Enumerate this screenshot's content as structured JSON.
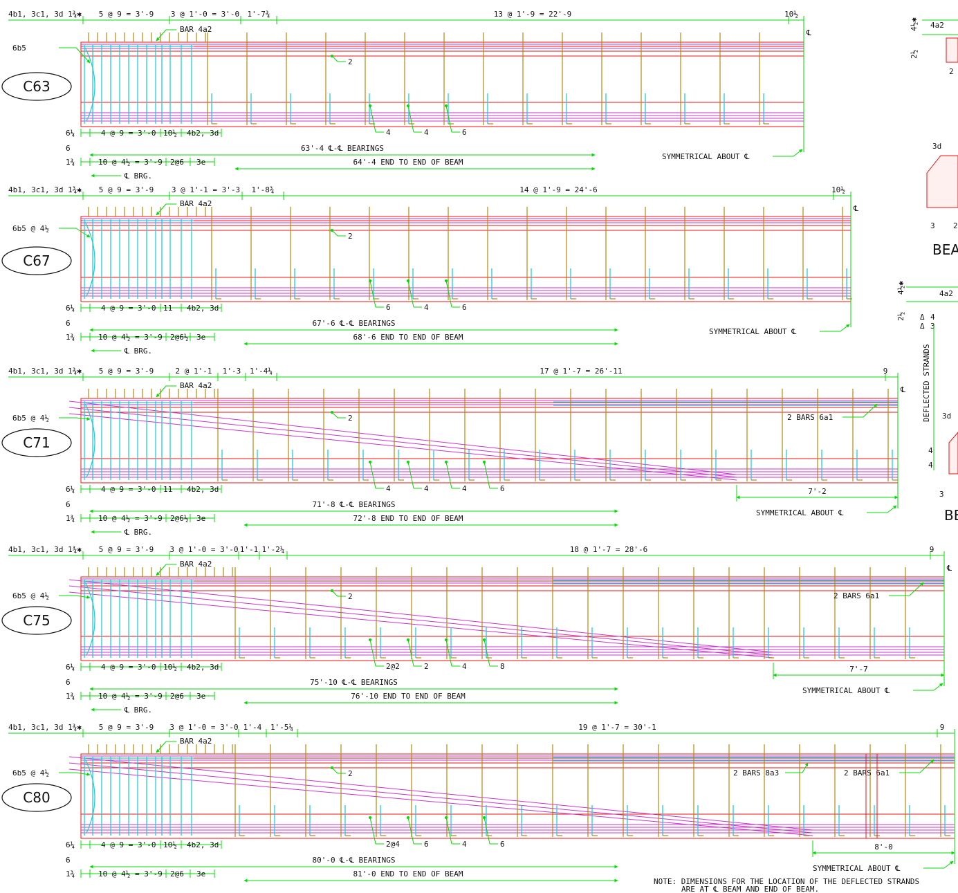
{
  "colors": {
    "dimension": "#00dd00",
    "beam_outline": "#ee1111",
    "strand": "#cc33cc",
    "end_bar": "#22ccdd",
    "stirrup": "#b8860b",
    "text": "#111111"
  },
  "beams": [
    {
      "label": "C63",
      "top_row": [
        "4b1, 3c1, 3d 1¾✱",
        "5 @ 9 = 3'-9",
        "3 @ 1'-0 = 3'-0",
        "1'-7¾",
        "13 @ 1'-9 = 22'-9",
        "10½"
      ],
      "cl": "℄",
      "bar_4a2": "BAR 4a2",
      "left_label": "6b5",
      "leaders": [
        "2",
        "4",
        "4",
        "6"
      ],
      "bottom_row": [
        "6¼",
        "4 @ 9 = 3'-0",
        "10½",
        "4b2, 3d"
      ],
      "six": "6",
      "bearings": "63'-4 ℄-℄ BEARINGS",
      "quarter": "1¾",
      "row3": [
        "10 @ 4½ = 3'-9",
        "2@6",
        "3e"
      ],
      "end_to_end": "64'-4 END TO END OF BEAM",
      "brg": "℄ BRG.",
      "symmetrical": "SYMMETRICAL ABOUT ℄"
    },
    {
      "label": "C67",
      "top_row": [
        "4b1, 3c1, 3d 1¾✱",
        "5 @ 9 = 3'-9",
        "3 @ 1'-1 = 3'-3",
        "1'-8¾",
        "14 @ 1'-9 = 24'-6",
        "10½"
      ],
      "cl": "℄",
      "bar_4a2": "BAR 4a2",
      "left_label": "6b5 @ 4½",
      "leaders": [
        "2",
        "6",
        "4",
        "6"
      ],
      "bottom_row": [
        "6¼",
        "4 @ 9 = 3'-0",
        "11",
        "4b2, 3d"
      ],
      "six": "6",
      "bearings": "67'-6 ℄-℄ BEARINGS",
      "quarter": "1¾",
      "row3": [
        "10 @ 4½ = 3'-9",
        "2@6½",
        "3e"
      ],
      "end_to_end": "68'-6 END TO END OF BEAM",
      "brg": "℄ BRG.",
      "symmetrical": "SYMMETRICAL ABOUT ℄"
    },
    {
      "label": "C71",
      "top_row": [
        "4b1, 3c1, 3d 1¾✱",
        "5 @ 9 = 3'-9",
        "2 @ 1'-1",
        "1'-3",
        "1'-4¼",
        "17 @ 1'-7 = 26'-11",
        "9"
      ],
      "cl": "℄",
      "bar_4a2": "BAR 4a2",
      "left_label": "6b5 @ 4½",
      "leaders": [
        "2",
        "4",
        "4",
        "4",
        "6"
      ],
      "bars_6a1": "2 BARS 6a1",
      "bottom_row": [
        "6¼",
        "4 @ 9 = 3'-0",
        "11",
        "4b2, 3d"
      ],
      "sym_dim": "7'-2",
      "six": "6",
      "bearings": "71'-8 ℄-℄ BEARINGS",
      "quarter": "1¾",
      "row3": [
        "10 @ 4½ = 3'-9",
        "2@6½",
        "3e"
      ],
      "end_to_end": "72'-8 END TO END OF BEAM",
      "brg": "℄ BRG.",
      "symmetrical": "SYMMETRICAL ABOUT ℄"
    },
    {
      "label": "C75",
      "top_row": [
        "4b1, 3c1, 3d 1¾✱",
        "5 @ 9 = 3'-9",
        "3 @ 1'-0 = 3'-0",
        "1'-1",
        "1'-2¼",
        "18 @ 1'-7 = 28'-6",
        "9"
      ],
      "cl": "℄",
      "bar_4a2": "BAR 4a2",
      "left_label": "6b5 @ 4½",
      "leaders": [
        "2",
        "2@2",
        "2",
        "4",
        "8"
      ],
      "bars_6a1": "2 BARS 6a1",
      "bottom_row": [
        "6¼",
        "4 @ 9 = 3'-0",
        "10½",
        "4b2, 3d"
      ],
      "sym_dim": "7'-7",
      "six": "6",
      "bearings": "75'-10 ℄-℄ BEARINGS",
      "quarter": "1¾",
      "row3": [
        "10 @ 4½ = 3'-9",
        "2@6",
        "3e"
      ],
      "end_to_end": "76'-10 END TO END OF BEAM",
      "brg": "℄ BRG.",
      "symmetrical": "SYMMETRICAL ABOUT ℄"
    },
    {
      "label": "C80",
      "top_row": [
        "4b1, 3c1, 3d 1¾✱",
        "5 @ 9 = 3'-9",
        "3 @ 1'-0 = 3'-0",
        "1'-4",
        "1'-5¼",
        "19 @ 1'-7 = 30'-1",
        "9"
      ],
      "bar_4a2": "BAR 4a2",
      "left_label": "6b5 @ 4½",
      "leaders": [
        "2",
        "2@4",
        "6",
        "4",
        "6"
      ],
      "bars_6a1": "2 BARS 6a1",
      "bars_8a3": "2 BARS 8a3",
      "bottom_row": [
        "6¼",
        "4 @ 9 = 3'-0",
        "10½",
        "4b2, 3d"
      ],
      "sym_dim": "8'-0",
      "six": "6",
      "bearings": "80'-0 ℄-℄ BEARINGS",
      "quarter": "1¾",
      "row3": [
        "10 @ 4½ = 3'-9",
        "2@6",
        "3e"
      ],
      "end_to_end": "81'-0 END TO END OF BEAM",
      "symmetrical": "SYMMETRICAL ABOUT ℄"
    }
  ],
  "right_panel": {
    "top_frac": "4½✱",
    "top_4a2": "4a2",
    "mid_frac": "2½",
    "two": "2",
    "three_d": "3d",
    "three": "3",
    "two_b": "2",
    "bea": "BEA",
    "frac2": "4½✱",
    "four_a2_b": "4a2",
    "two_half": "2½",
    "delta": "Δ",
    "four": "4",
    "three_b": "3",
    "deflected": "DEFLECTED STRANDS",
    "three_d_b": "3d",
    "four_b": "4",
    "four_c": "4",
    "three_c": "3",
    "be": "BE"
  },
  "note_line1": "NOTE: DIMENSIONS FOR THE LOCATION OF THE DEFLECTED STRANDS",
  "note_line2": "ARE AT ℄ BEAM AND END OF BEAM."
}
